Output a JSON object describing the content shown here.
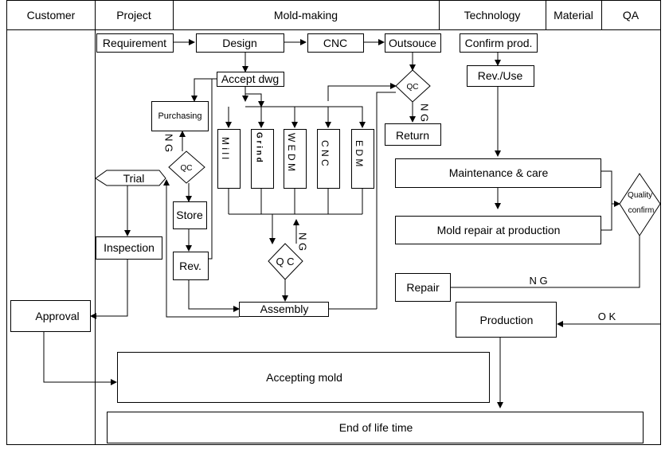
{
  "lanes": {
    "customer": "Customer",
    "project": "Project",
    "mold_making": "Mold-making",
    "technology": "Technology",
    "material": "Material",
    "qa": "QA"
  },
  "nodes": {
    "requirement": "Requirement",
    "design": "Design",
    "cnc_top": "CNC",
    "outsource": "Outsouce",
    "confirm_prod": "Confirm prod.",
    "accept_dwg": "Accept dwg",
    "rev_use": "Rev./Use",
    "purchasing": "Purchasing",
    "qc_outsource": "QC",
    "ng_outsource": "N G",
    "return": "Return",
    "mill": "M i l l",
    "grind": "G r i n d",
    "wedm": "W E D M",
    "cnc_mach": "C N C",
    "edm": "E D M",
    "ng_purchasing": "N G",
    "qc_purchasing": "QC",
    "trial": "Trial",
    "store": "Store",
    "maintenance": "Maintenance & care",
    "quality_confirm": "Quality confirm",
    "mold_repair": "Mold repair at production",
    "inspection": "Inspection",
    "ng_machining": "N G",
    "qc_machining": "Q C",
    "rev": "Rev.",
    "repair": "Repair",
    "ng_repair": "N G",
    "approval": "Approval",
    "assembly": "Assembly",
    "production": "Production",
    "ok": "O K",
    "accepting_mold": "Accepting mold",
    "end_of_life": "End of life time"
  }
}
